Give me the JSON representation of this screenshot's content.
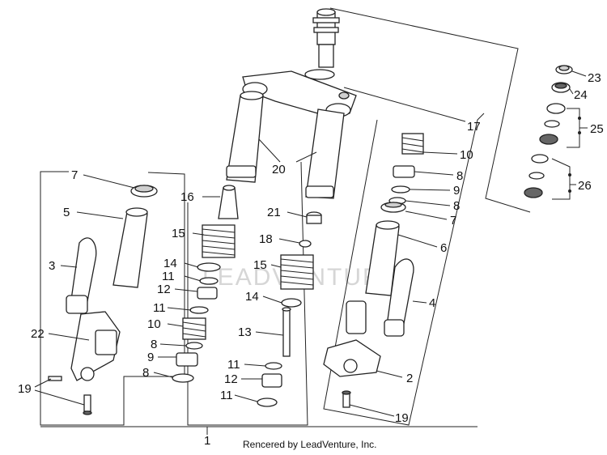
{
  "watermark": "LEADVENTURE",
  "caption": "Rencered by LeadVenture, Inc.",
  "callouts": {
    "c1": "1",
    "c2": "2",
    "c3": "3",
    "c4": "4",
    "c5": "5",
    "c6": "6",
    "c7a": "7",
    "c7b": "7",
    "c8a": "8",
    "c8b": "8",
    "c8c": "8",
    "c8d": "8",
    "c9a": "9",
    "c9b": "9",
    "c10a": "10",
    "c10b": "10",
    "c11a": "11",
    "c11b": "11",
    "c11c": "11",
    "c11d": "11",
    "c12a": "12",
    "c12b": "12",
    "c13": "13",
    "c14a": "14",
    "c14b": "14",
    "c15a": "15",
    "c15b": "15",
    "c16": "16",
    "c17": "17",
    "c18": "18",
    "c19a": "19",
    "c19b": "19",
    "c20": "20",
    "c21": "21",
    "c22": "22",
    "c23": "23",
    "c24": "24",
    "c25": "25",
    "c26": "26"
  }
}
